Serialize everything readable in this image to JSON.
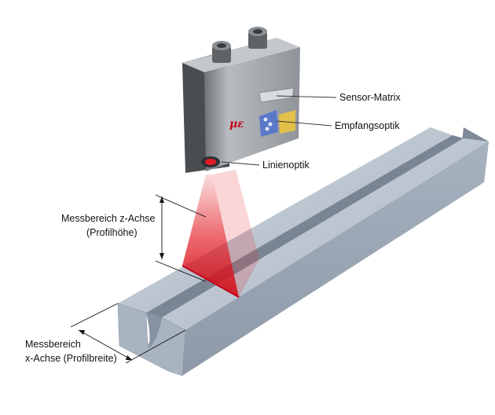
{
  "labels": {
    "sensor_matrix": "Sensor-Matrix",
    "receiving_optics": "Empfangsoptik",
    "line_optics": "Linienoptik",
    "z_range_line1": "Messbereich z-Achse",
    "z_range_line2": "(Profilhöhe)",
    "x_range_line1": "Messbereich",
    "x_range_line2": "x-Achse (Profilbreite)"
  },
  "logo": {
    "mark": "με"
  },
  "colors": {
    "laser": "#e31b23",
    "rail_top": "#b9c3cf",
    "rail_front": "#9aa6b4",
    "rail_end": "#7f8b99",
    "sensor_body": "#9ca1a6",
    "sensor_dark": "#4a4d50"
  }
}
